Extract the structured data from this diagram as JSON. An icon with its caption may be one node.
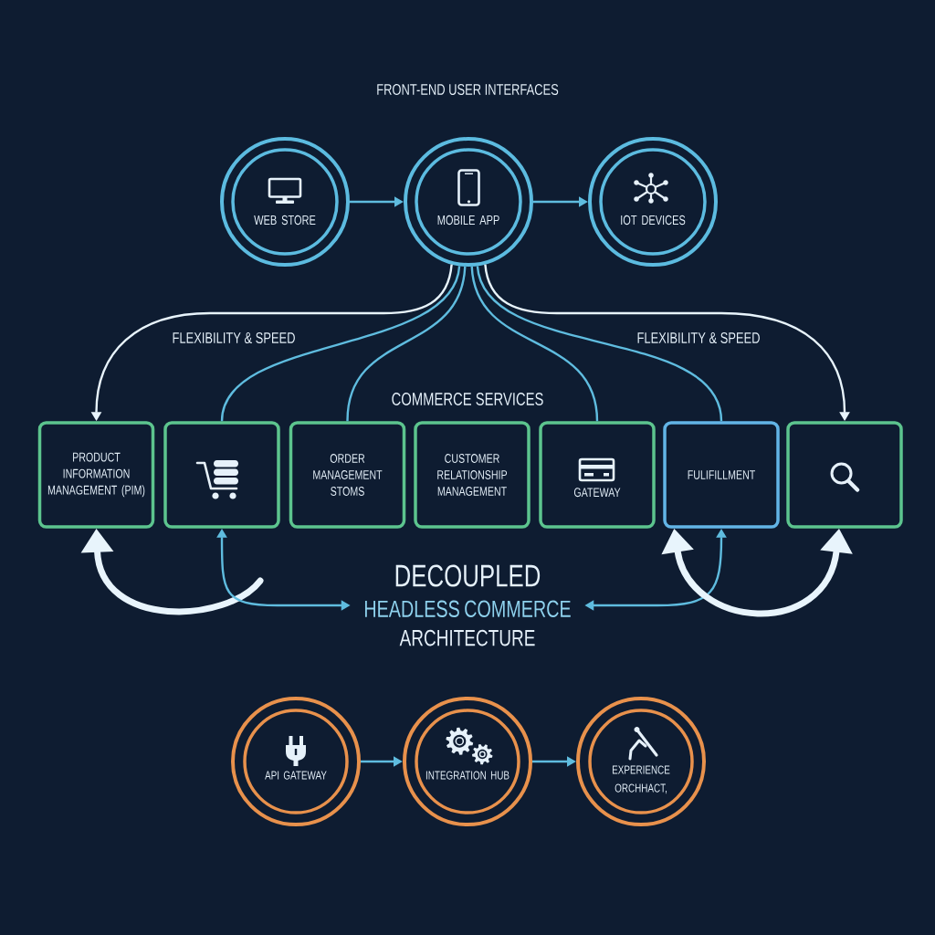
{
  "diagram": {
    "title": "FRONT-END USER INTERFACES",
    "nodes": [
      {
        "text": [
          "WEB STORE"
        ]
      },
      {
        "text": [
          "MOBILE APP"
        ]
      },
      {
        "text": [
          "IOT DEVICES"
        ]
      },
      {
        "text": [
          "PRODUCT INFORMATION MANAGEMENT (PIM)"
        ]
      },
      {
        "text": [],
        "shape": "box"
      },
      {
        "text": [
          "ORDER MANAGEMENT STOMS"
        ]
      },
      {
        "text": [
          "CUSTOMER RELATIONSHIP MANAGEMENT"
        ]
      },
      {
        "text": [
          "GATEWAY"
        ]
      },
      {
        "text": [
          "FULIFILLMENT"
        ]
      },
      {
        "text": [],
        "shape": "box"
      },
      {
        "text": [
          "DECOUPLED",
          "HEADLESS COMMERCE",
          "ARCHITECTURE"
        ]
      },
      {
        "text": [
          "API GATEWAY"
        ]
      },
      {
        "text": [
          "INTEGRATION HUB"
        ]
      },
      {
        "text": [
          "EXPERIENCE ORCHHACT,"
        ]
      }
    ],
    "edges": [
      {
        "from": 0,
        "to": 1,
        "arrow": "to"
      },
      {
        "from": 1,
        "to": 2,
        "arrow": "to"
      },
      {
        "from": 1,
        "to": 3,
        "arrow": "to",
        "label": "FLEXIBILITY & SPEED",
        "color": "#e8f4fc"
      },
      {
        "from": 1,
        "to": 4,
        "arrow": "none"
      },
      {
        "from": 1,
        "to": 5,
        "arrow": "none"
      },
      {
        "from": 1,
        "to": 7,
        "arrow": "none"
      },
      {
        "from": 1,
        "to": 8,
        "arrow": "none"
      },
      {
        "from": 1,
        "to": 9,
        "arrow": "to",
        "label": "FLEXIBILITY & SPEED",
        "color": "#e8f4fc"
      },
      {
        "from": null,
        "to": 3,
        "arrow": "to",
        "style": "thick",
        "color": "#e8f4fc"
      },
      {
        "from": 4,
        "to": 10,
        "arrow": "both"
      },
      {
        "from": 8,
        "to": 10,
        "arrow": "both"
      },
      {
        "from": 8,
        "to": 9,
        "arrow": "both",
        "style": "thick",
        "color": "#e8f4fc"
      },
      {
        "from": 11,
        "to": 12,
        "arrow": "to"
      },
      {
        "from": 12,
        "to": 13,
        "arrow": "to"
      }
    ],
    "labels": [
      "COMMERCE SERVICES"
    ]
  }
}
